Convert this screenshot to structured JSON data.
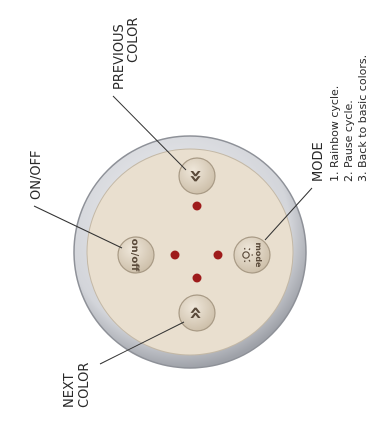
{
  "labels": {
    "on_off": "ON/OFF",
    "previous_line1": "PREVIOUS",
    "previous_line2": "COLOR",
    "next_line1": "NEXT",
    "next_line2": "COLOR",
    "mode_title": "MODE",
    "mode_items": [
      "1. Rainbow cycle.",
      "2. Pause cycle.",
      "3. Back to basic colors."
    ]
  },
  "buttons": {
    "on_off_text": "on/off",
    "mode_text": "mode",
    "previous_symbol": "»",
    "next_symbol": "«"
  },
  "colors": {
    "panel": "#e9dfcf",
    "ring_outer": "#b9bcc2",
    "button_face": "#d9cdbb",
    "led": "#9e1b1b",
    "glyph": "#5a4a3a"
  }
}
